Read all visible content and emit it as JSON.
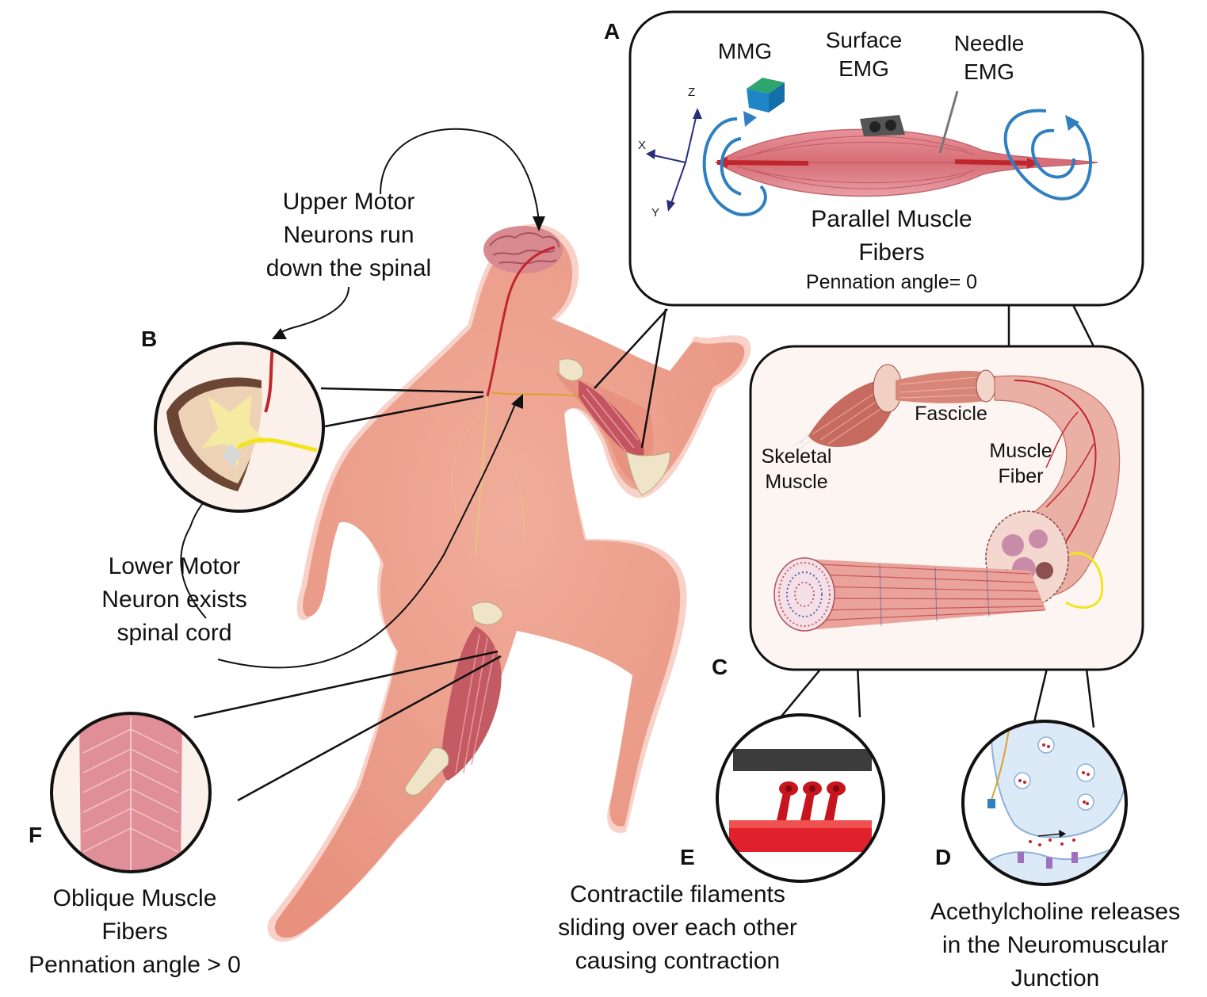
{
  "panels": {
    "A": {
      "letter": "A",
      "mmg": "MMG",
      "surface_emg": [
        "Surface",
        "EMG"
      ],
      "needle_emg": [
        "Needle",
        "EMG"
      ],
      "fiber_type": [
        "Parallel Muscle",
        "Fibers"
      ],
      "pennation": "Pennation angle= 0",
      "axes": {
        "z": "Z",
        "x": "X",
        "y": "Y"
      }
    },
    "B": {
      "letter": "B"
    },
    "C": {
      "letter": "C",
      "fascicle": "Fascicle",
      "skeletal_muscle": [
        "Skeletal",
        "Muscle"
      ],
      "muscle_fiber": [
        "Muscle",
        "Fiber"
      ]
    },
    "D": {
      "letter": "D",
      "caption": [
        "Acethylcholine releases",
        "in the Neuromuscular",
        "Junction"
      ]
    },
    "E": {
      "letter": "E",
      "caption": [
        "Contractile filaments",
        "sliding over each other",
        "causing contraction"
      ]
    },
    "F": {
      "letter": "F",
      "caption": [
        "Oblique Muscle",
        "Fibers",
        "Pennation angle > 0"
      ]
    }
  },
  "upper_motor_neurons": [
    "Upper Motor",
    "Neurons run",
    "down the spinal"
  ],
  "lower_motor_neuron": [
    "Lower Motor",
    "Neuron exists",
    "spinal cord"
  ],
  "colors": {
    "skin": "#eea08c",
    "skin_shadow": "#e08a78",
    "muscle": "#d9737a",
    "muscle_dark": "#b94a55",
    "nerve_red": "#c0262d",
    "nerve_yellow": "#f2e51e",
    "field_blue": "#2f7fc1",
    "axis_navy": "#2a2f7a",
    "bone": "#e8dcc0",
    "filament_dark": "#3c3c3c",
    "filament_red": "#e0202a",
    "synapse_blue": "#dce9f7"
  }
}
